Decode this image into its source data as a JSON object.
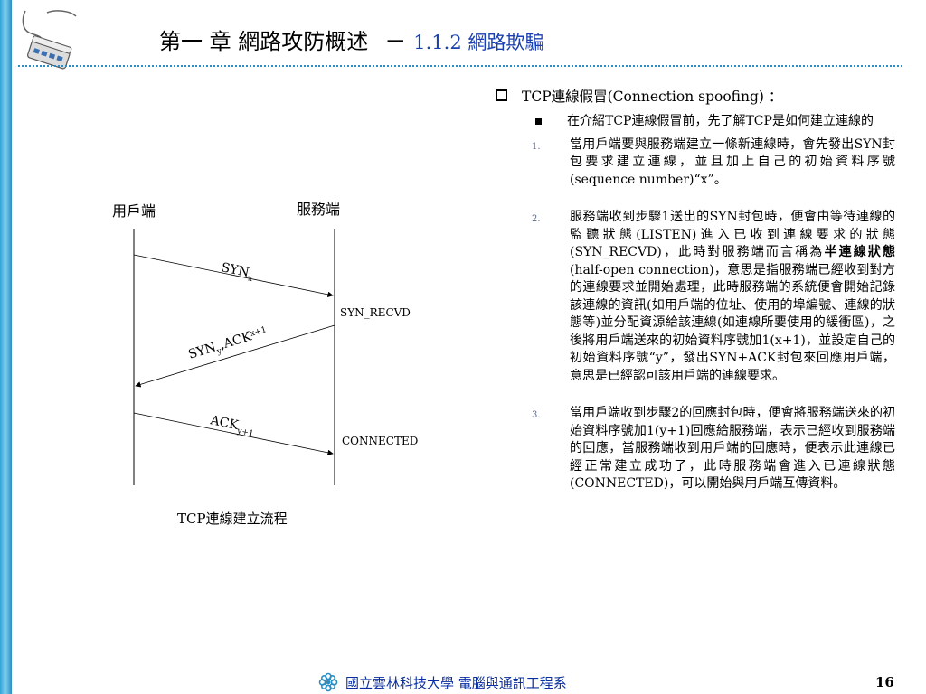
{
  "header": {
    "title_main": "第一 章  網路攻防概述",
    "title_sep": "－",
    "title_sub": "1.1.2 網路欺騙"
  },
  "diagram": {
    "client_label": "用戶端",
    "server_label": "服務端",
    "msg1": "SYN",
    "msg1_sub": "x",
    "msg2_a": "SYN",
    "msg2_a_sub": "y",
    "msg2_b": ",ACK",
    "msg2_b_sub": "x+1",
    "msg3": "ACK",
    "msg3_sub": "y+1",
    "state1": "SYN_RECVD",
    "state2": "CONNECTED",
    "caption": "TCP連線建立流程"
  },
  "content": {
    "heading": "TCP連線假冒(Connection spoofing) ：",
    "intro": "在介紹TCP連線假冒前，先了解TCP是如何建立連線的",
    "items": [
      {
        "num": "1.",
        "text": "當用戶端要與服務端建立一條新連線時，會先發出SYN封包要求建立連線，並且加上自己的初始資料序號(sequence number)“x”。"
      },
      {
        "num": "2.",
        "text_a": "服務端收到步驟1送出的SYN封包時，便會由等待連線的監聽狀態(LISTEN)進入已收到連線要求的狀態(SYN_RECVD)，此時對服務端而言稱為",
        "text_bold": "半連線狀態",
        "text_b": "(half-open connection)，意思是指服務端已經收到對方的連線要求並開始處理，此時服務端的系統便會開始記錄該連線的資訊(如用戶端的位址、使用的埠編號、連線的狀態等)並分配資源給該連線(如連線所要使用的緩衝區)，之後將用戶端送來的初始資料序號加1(x+1)，並設定自己的初始資料序號“y”，發出SYN+ACK封包來回應用戶端，意思是已經認可該用戶端的連線要求。"
      },
      {
        "num": "3.",
        "text": "當用戶端收到步驟2的回應封包時，便會將服務端送來的初始資料序號加1(y+1)回應給服務端，表示已經收到服務端的回應，當服務端收到用戶端的回應時，便表示此連線已經正常建立成功了，此時服務端會進入已連線狀態(CONNECTED)，可以開始與用戶端互傳資料。"
      }
    ]
  },
  "footer": {
    "institution": "國立雲林科技大學 電腦與通訊工程系",
    "page_number": "16"
  },
  "colors": {
    "accent_blue": "#1a3fb0",
    "bar_blue": "#2fa3d6"
  }
}
